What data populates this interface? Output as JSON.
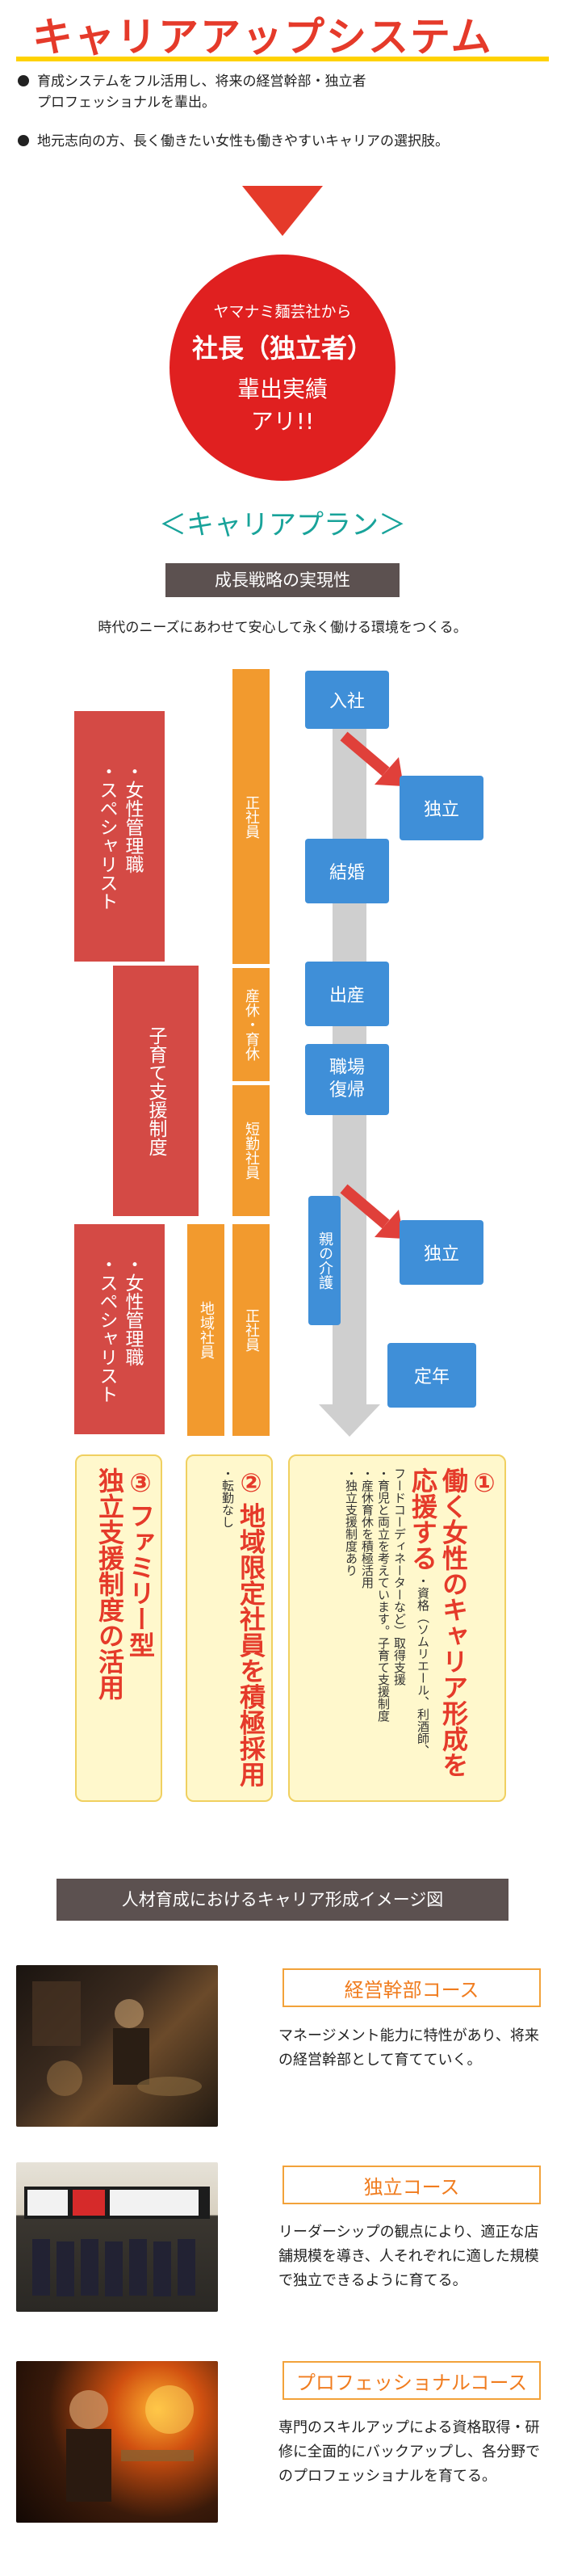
{
  "header": {
    "title": "キャリアアップシステム",
    "bullets": [
      "育成システムをフル活用し、将来の経営幹部・独立者\nプロフェッショナルを輩出。",
      "地元志向の方、長く働きたい女性も働きやすいキャリアの選択肢。"
    ]
  },
  "badge": {
    "line1": "ヤマナミ麺芸社から",
    "line2": "社長（独立者）",
    "line3": "輩出実績",
    "line4": "アリ!!"
  },
  "plan": {
    "heading": "＜キャリアプラン＞",
    "strategy_label": "成長戦略の実現性",
    "tagline": "時代のニーズにあわせて安心して永く働ける環境をつくる。"
  },
  "diagram": {
    "orange_boxes": [
      "正社員",
      "産休・育休",
      "短勤社員",
      "地域社員",
      "正社員"
    ],
    "red_boxes": [
      "・女性管理職\n・スペシャリスト",
      "子育て支援制度",
      "・女性管理職\n・スペシャリスト"
    ],
    "blue_boxes": [
      "入社",
      "独立",
      "結婚",
      "出産",
      "職場\n復帰",
      "親の介護",
      "独立",
      "定年"
    ]
  },
  "cards": [
    {
      "num": "③",
      "title": "ファミリー型\n独立支援制度の活用",
      "desc": ""
    },
    {
      "num": "②",
      "title": "地域限定社員を積極採用",
      "desc": "・転勤なし"
    },
    {
      "num": "①",
      "title": "働く女性のキャリア形成を\n応援する",
      "desc": "・資格（ソムリエール、利酒師、\nフードコーディネーターなど）取得支援\n・育児と両立を考えています。子育て支援制度\n・産休育休を積極活用\n・独立支援制度あり"
    }
  ],
  "image_section": {
    "heading": "人材育成におけるキャリア形成イメージ図",
    "courses": [
      {
        "title": "経営幹部コース",
        "desc": "マネージメント能力に特性があり、将来の経営幹部として育てていく。"
      },
      {
        "title": "独立コース",
        "desc": "リーダーシップの観点により、適正な店舗規模を導き、人それぞれに適した規模で独立できるように育てる。"
      },
      {
        "title": "プロフェッショナルコース",
        "desc": "専門のスキルアップによる資格取得・研修に全面的にバックアップし、各分野でのプロフェッショナルを育てる。"
      }
    ]
  },
  "colors": {
    "accent_red": "#e53a2a",
    "orange": "#f29a2e",
    "blue": "#3f8fd8",
    "teal": "#18a39a",
    "yellow": "#ffd200"
  }
}
